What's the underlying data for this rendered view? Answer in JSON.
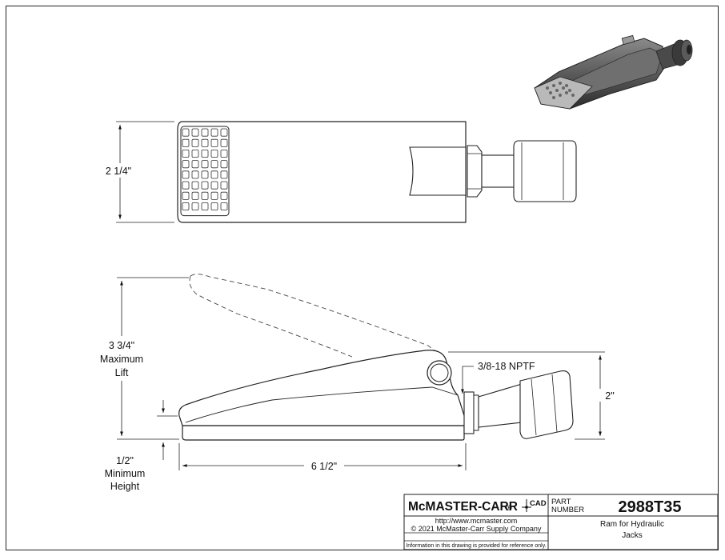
{
  "dimensions": {
    "width": "2 1/4\"",
    "lift_value": "3 3/4\"",
    "lift_word1": "Maximum",
    "lift_word2": "Lift",
    "min_value": "1/2\"",
    "min_word1": "Minimum",
    "min_word2": "Height",
    "length": "6 1/2\"",
    "height": "2\"",
    "thread": "3/8-18 NPTF"
  },
  "title_block": {
    "brand": "McMASTER-CARR",
    "cad": "CAD",
    "part_label_1": "PART",
    "part_label_2": "NUMBER",
    "part_number": "2988T35",
    "url": "http://www.mcmaster.com",
    "copyright": "© 2021 McMaster-Carr Supply Company",
    "disclaimer": "Information in this drawing is provided for reference only.",
    "description_1": "Ram for Hydraulic",
    "description_2": "Jacks"
  }
}
